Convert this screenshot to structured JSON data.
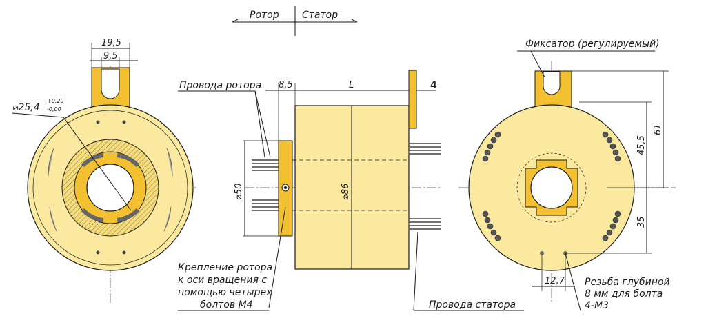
{
  "header": {
    "rotor": "Ротор",
    "stator": "Статор"
  },
  "left_view": {
    "dim_top_outer": "19,5",
    "dim_top_inner": "9,5",
    "diameter_main": "⌀25,4",
    "tol_upper": "+0,20",
    "tol_lower": "-0,00"
  },
  "side_view": {
    "rotor_wires": "Провода ротора",
    "dim_flange": "8,5",
    "dim_length": "L",
    "dim_tab": "4",
    "dim_d50": "⌀50",
    "dim_d86": "⌀86",
    "mount_note": [
      "Крепление ротора",
      "к оси вращения с",
      "помощью четырех",
      "болтов М4"
    ],
    "stator_wires": "Провода статора"
  },
  "right_view": {
    "fixator": "Фиксатор (регулируемый)",
    "dim_61": "61",
    "dim_45_5": "45,5",
    "dim_35": "35",
    "dim_12_7": "12,7",
    "thread_note": [
      "Резьба глубиной",
      "8 мм для болта",
      "4-М3"
    ]
  }
}
